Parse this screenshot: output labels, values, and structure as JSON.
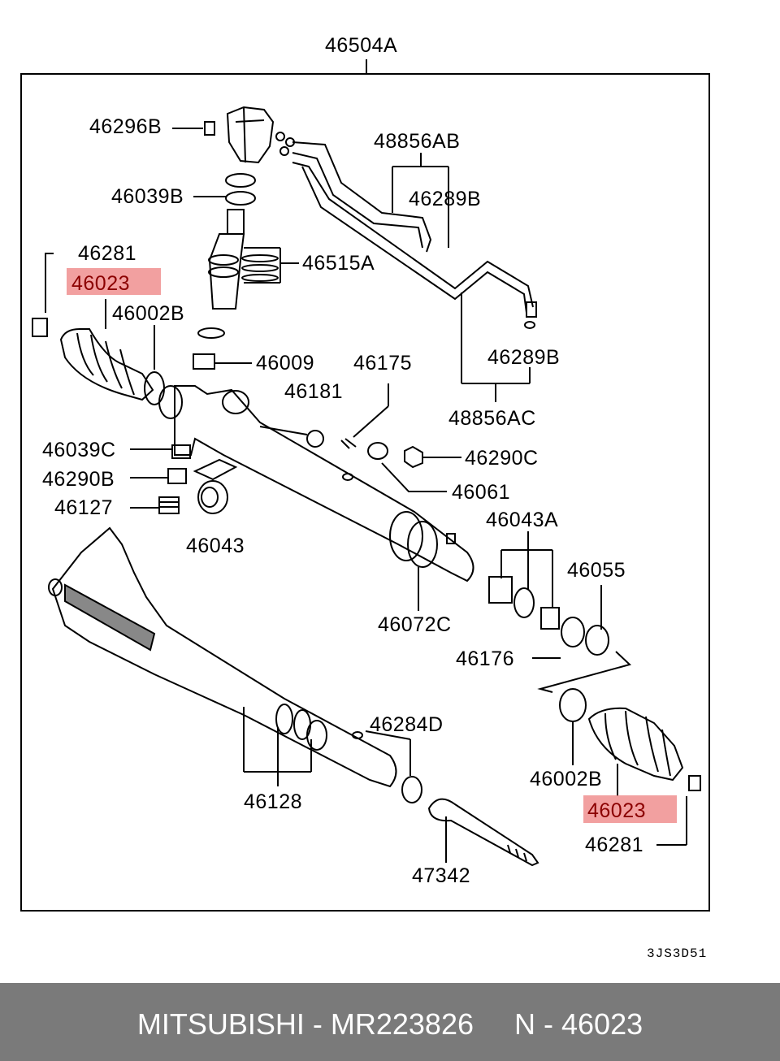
{
  "title_part": "46504A",
  "labels": {
    "p46296B": "46296B",
    "p48856AB": "48856AB",
    "p46289B_top": "46289B",
    "p46039B": "46039B",
    "p46281_left": "46281",
    "p46515A": "46515A",
    "p46023_left": "46023",
    "p46002B_left": "46002B",
    "p46009": "46009",
    "p46175": "46175",
    "p46289B_mid": "46289B",
    "p46181": "46181",
    "p48856AC": "48856AC",
    "p46039C": "46039C",
    "p46290C": "46290C",
    "p46290B": "46290B",
    "p46061": "46061",
    "p46127": "46127",
    "p46043A": "46043A",
    "p46043": "46043",
    "p46055": "46055",
    "p46072C": "46072C",
    "p46176": "46176",
    "p46284D": "46284D",
    "p46002B_right": "46002B",
    "p46128": "46128",
    "p46023_right": "46023",
    "p46281_right": "46281",
    "p47342": "47342"
  },
  "diagram_code": "3JS3D51",
  "footer": {
    "brand": "MITSUBISHI",
    "part_number": "MR223826",
    "reference": "N - 46023",
    "full_text": "MITSUBISHI - MR223826     N - 46023"
  },
  "colors": {
    "highlight": "#f08f8f",
    "footer_bg": "#7a7a7a",
    "footer_text": "#ffffff"
  }
}
